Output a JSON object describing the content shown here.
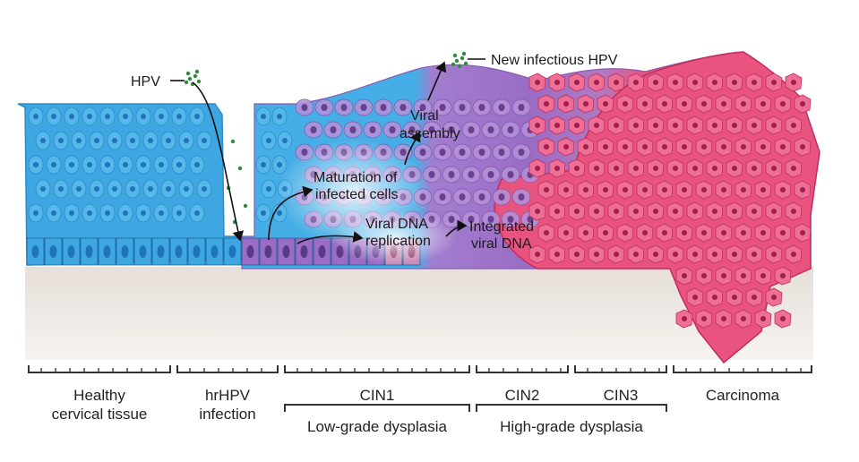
{
  "colors": {
    "healthy": "#3ea6e0",
    "healthy_dark": "#1f73b8",
    "infected": "#9a6cc4",
    "infected_light": "#cfc0e8",
    "carcinoma": "#e8547f",
    "carcinoma_dark": "#c22d5c",
    "stroma": "#ece6e1",
    "virus": "#2e8b3e"
  },
  "icons": {
    "virus_particles": "green-dot-cluster"
  },
  "callouts": {
    "hpv": "HPV",
    "new_infectious_hpv": "New infectious HPV",
    "viral_assembly_1": "Viral",
    "viral_assembly_2": "assembly",
    "maturation_1": "Maturation of",
    "maturation_2": "infected cells",
    "viral_dna_1": "Viral DNA",
    "viral_dna_2": "replication",
    "integrated_1": "Integrated",
    "integrated_2": "viral DNA"
  },
  "stages": {
    "healthy_1": "Healthy",
    "healthy_2": "cervical tissue",
    "hrhpv_1": "hrHPV",
    "hrhpv_2": "infection",
    "cin1": "CIN1",
    "cin2": "CIN2",
    "cin3": "CIN3",
    "carcinoma": "Carcinoma"
  },
  "grades": {
    "low": "Low-grade dysplasia",
    "high": "High-grade dysplasia"
  }
}
